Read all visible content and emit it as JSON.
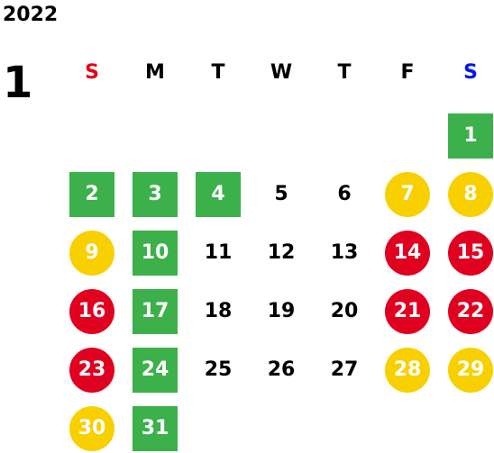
{
  "year": "2022",
  "month": "1",
  "weekdays": [
    {
      "label": "S",
      "color": "#e60012"
    },
    {
      "label": "M",
      "color": "#000000"
    },
    {
      "label": "T",
      "color": "#000000"
    },
    {
      "label": "W",
      "color": "#000000"
    },
    {
      "label": "T",
      "color": "#000000"
    },
    {
      "label": "F",
      "color": "#000000"
    },
    {
      "label": "S",
      "color": "#0018e6"
    }
  ],
  "colors": {
    "green": "#3cb04a",
    "yellow": "#f8d000",
    "red": "#e0001f"
  },
  "days": [
    {
      "day": "1",
      "style": "green"
    },
    {
      "day": "2",
      "style": "green"
    },
    {
      "day": "3",
      "style": "green"
    },
    {
      "day": "4",
      "style": "green"
    },
    {
      "day": "5",
      "style": "none"
    },
    {
      "day": "6",
      "style": "none"
    },
    {
      "day": "7",
      "style": "yellow"
    },
    {
      "day": "8",
      "style": "yellow"
    },
    {
      "day": "9",
      "style": "yellow"
    },
    {
      "day": "10",
      "style": "green"
    },
    {
      "day": "11",
      "style": "none"
    },
    {
      "day": "12",
      "style": "none"
    },
    {
      "day": "13",
      "style": "none"
    },
    {
      "day": "14",
      "style": "red"
    },
    {
      "day": "15",
      "style": "red"
    },
    {
      "day": "16",
      "style": "red"
    },
    {
      "day": "17",
      "style": "green"
    },
    {
      "day": "18",
      "style": "none"
    },
    {
      "day": "19",
      "style": "none"
    },
    {
      "day": "20",
      "style": "none"
    },
    {
      "day": "21",
      "style": "red"
    },
    {
      "day": "22",
      "style": "red"
    },
    {
      "day": "23",
      "style": "red"
    },
    {
      "day": "24",
      "style": "green"
    },
    {
      "day": "25",
      "style": "none"
    },
    {
      "day": "26",
      "style": "none"
    },
    {
      "day": "27",
      "style": "none"
    },
    {
      "day": "28",
      "style": "yellow"
    },
    {
      "day": "29",
      "style": "yellow"
    },
    {
      "day": "30",
      "style": "yellow"
    },
    {
      "day": "31",
      "style": "green"
    }
  ]
}
